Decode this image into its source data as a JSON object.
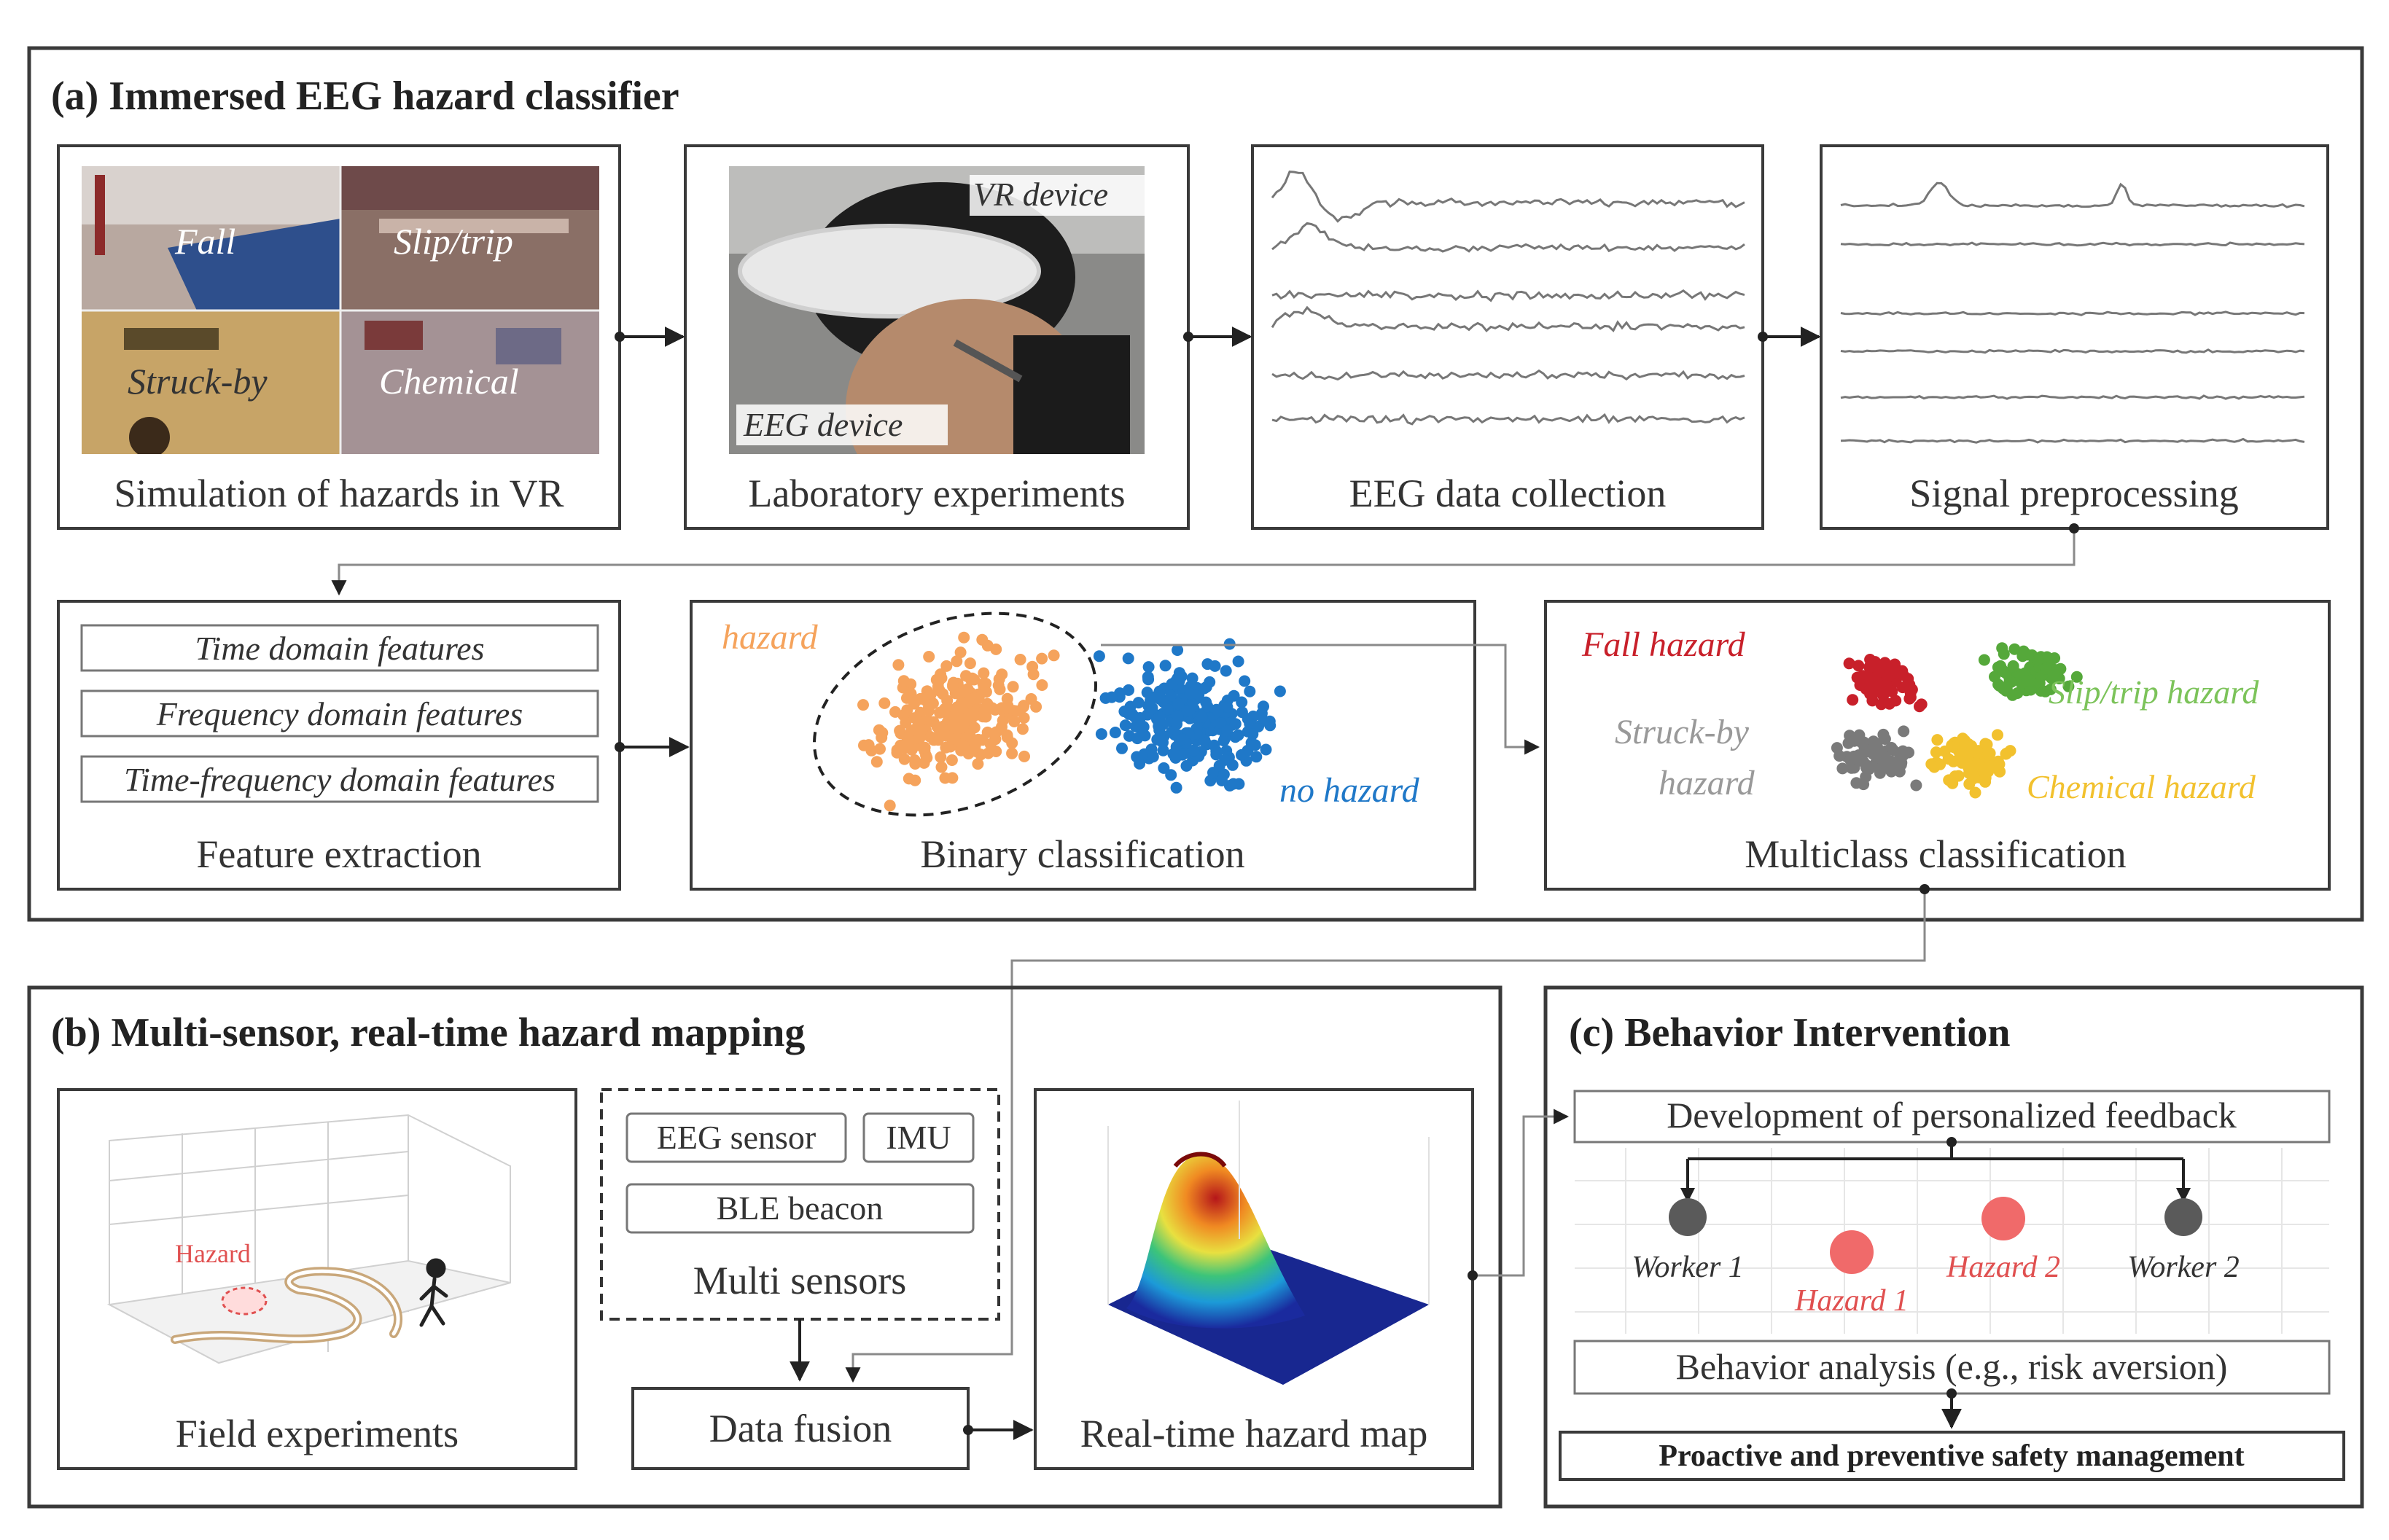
{
  "panel_a": {
    "title": "(a) Immersed EEG hazard classifier",
    "vr": {
      "caption": "Simulation of hazards in VR",
      "labels": [
        "Fall",
        "Slip/trip",
        "Struck-by",
        "Chemical"
      ]
    },
    "lab": {
      "caption": "Laboratory experiments",
      "vr_device": "VR device",
      "eeg_device": "EEG device"
    },
    "eeg": {
      "caption": "EEG data collection"
    },
    "signal": {
      "caption": "Signal preprocessing"
    },
    "features": {
      "caption": "Feature extraction",
      "items": [
        "Time domain features",
        "Frequency domain features",
        "Time-frequency domain features"
      ]
    },
    "binary": {
      "caption": "Binary classification",
      "hazard": "hazard",
      "no_hazard": "no hazard"
    },
    "multi": {
      "caption": "Multiclass classification",
      "fall": "Fall hazard",
      "slip": "Slip/trip hazard",
      "struck_1": "Struck-by",
      "struck_2": "hazard",
      "chemical": "Chemical hazard"
    }
  },
  "panel_b": {
    "title": "(b) Multi-sensor, real-time hazard mapping",
    "field": {
      "caption": "Field experiments",
      "hazard": "Hazard"
    },
    "sensors": {
      "caption": "Multi sensors",
      "eeg": "EEG sensor",
      "imu": "IMU",
      "ble": "BLE beacon"
    },
    "fusion": "Data fusion",
    "map": {
      "caption": "Real-time hazard map"
    }
  },
  "panel_c": {
    "title": "(c) Behavior Intervention",
    "feedback": "Development of personalized feedback",
    "worker_1": "Worker 1",
    "worker_2": "Worker 2",
    "hazard_1": "Hazard 1",
    "hazard_2": "Hazard 2",
    "behavior": "Behavior analysis (e.g., risk aversion)",
    "proactive": "Proactive and preventive safety management"
  },
  "colors": {
    "hazard_orange": "#f5a35c",
    "no_hazard_blue": "#1f78c8",
    "fall_red": "#c8202a",
    "slip_green": "#55a83a",
    "struck_gray": "#7a7a7a",
    "chemical_yellow": "#f2c12e",
    "worker_gray": "#5a5a5a",
    "hazard_pink": "#f06a6a"
  }
}
